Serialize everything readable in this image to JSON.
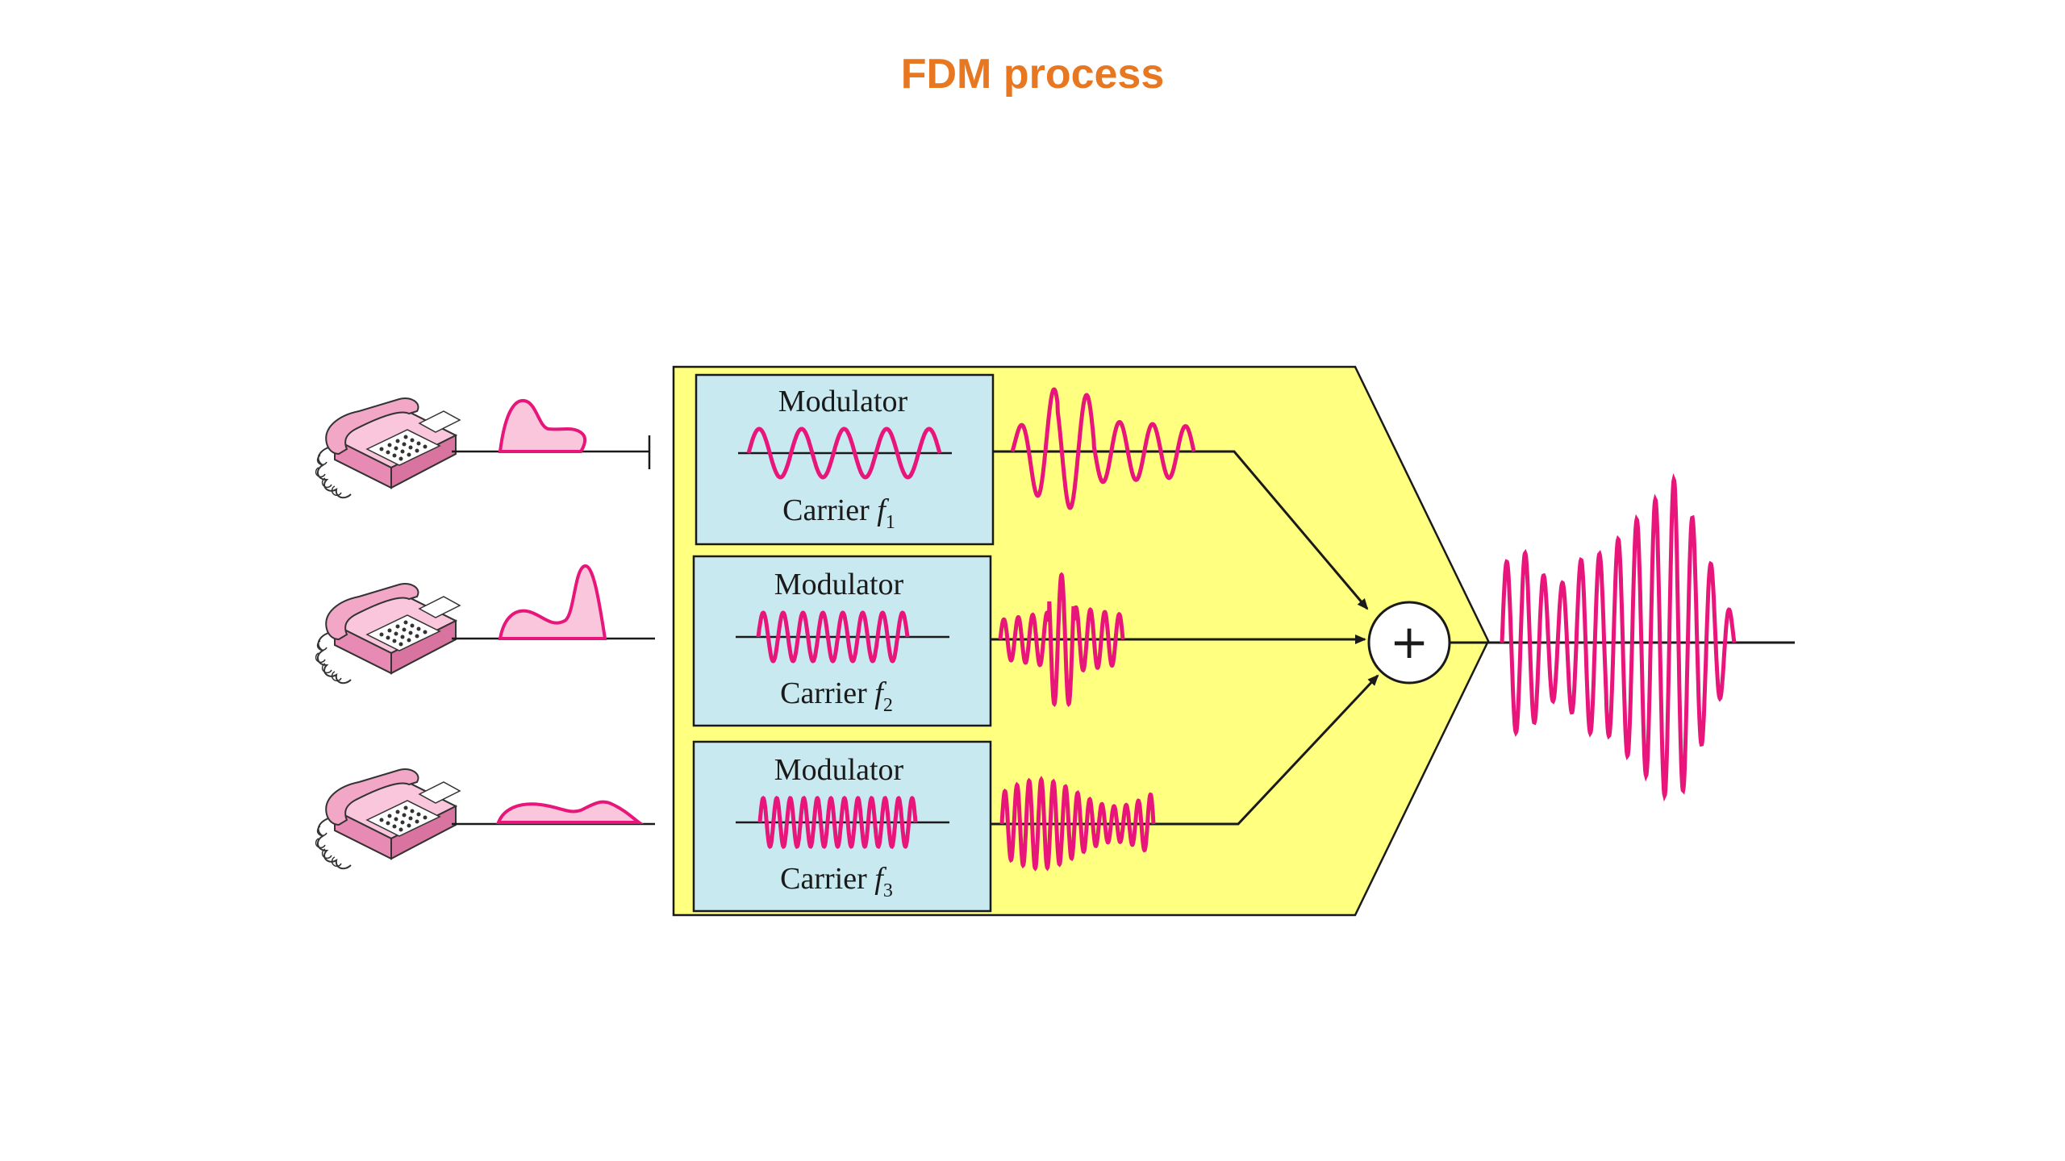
{
  "title": "FDM process",
  "modulators": [
    {
      "label": "Modulator",
      "carrier_prefix": "Carrier",
      "carrier_var": "f",
      "carrier_sub": "1"
    },
    {
      "label": "Modulator",
      "carrier_prefix": "Carrier",
      "carrier_var": "f",
      "carrier_sub": "2"
    },
    {
      "label": "Modulator",
      "carrier_prefix": "Carrier",
      "carrier_var": "f",
      "carrier_sub": "3"
    }
  ],
  "combiner_symbol": "+",
  "colors": {
    "title": "#e87722",
    "signal": "#e8157a",
    "signal_fill": "#f9c6dc",
    "panel": "#ffff80",
    "modulator_box": "#c8e9f0",
    "line": "#1a1a1a"
  },
  "icons": [
    "telephone-icon",
    "telephone-icon",
    "telephone-icon"
  ]
}
